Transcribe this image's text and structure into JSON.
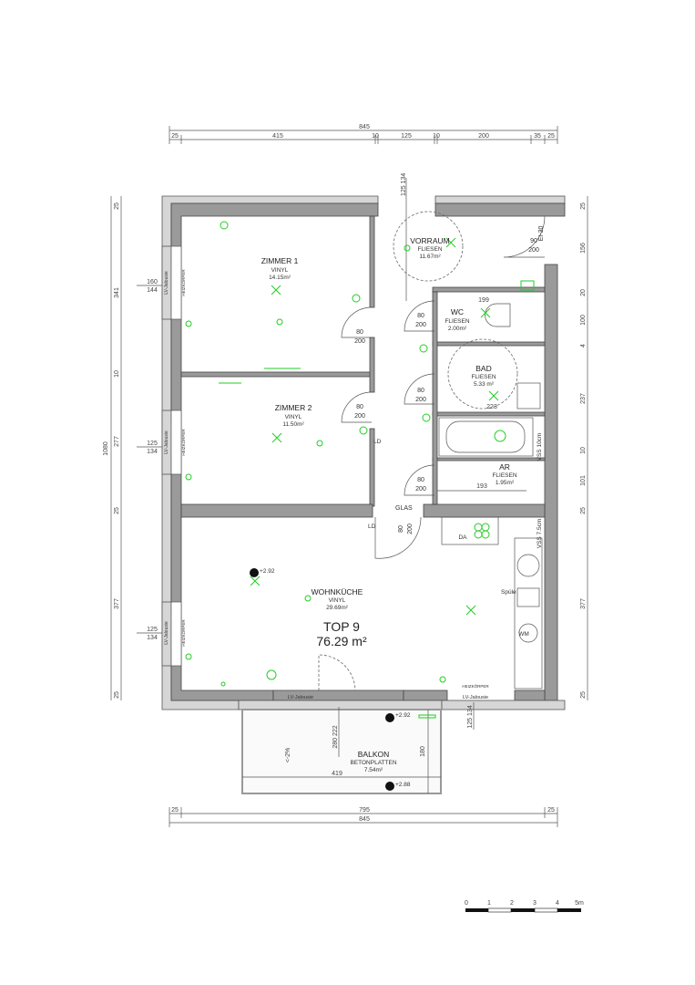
{
  "dimensions": {
    "top_total": "845",
    "top_segments": [
      "25",
      "415",
      "10",
      "125",
      "10",
      "200",
      "35",
      "25"
    ],
    "top_window": "125 134",
    "left_total": "1080",
    "left_segments": [
      "25",
      "341",
      "10",
      "277",
      "25",
      "377",
      "25"
    ],
    "left_windows": [
      {
        "w": "160",
        "h": "144"
      },
      {
        "w": "125",
        "h": "134"
      },
      {
        "w": "125",
        "h": "134"
      }
    ],
    "right_segments": [
      "25",
      "156",
      "20",
      "100",
      "4",
      "237",
      "10",
      "101",
      "25",
      "377",
      "25"
    ],
    "bottom_inner": "795",
    "bottom_total": "845",
    "balcony_width": "419",
    "balcony_depth": "180",
    "balcony_door": "280 222",
    "kitchen_window": "125 134",
    "bad_width": "223",
    "wc_width": "199",
    "ar_width": "193"
  },
  "rooms": [
    {
      "name": "ZIMMER 1",
      "floor": "VINYL",
      "area": "14.15m²"
    },
    {
      "name": "ZIMMER 2",
      "floor": "VINYL",
      "area": "11.50m²"
    },
    {
      "name": "VORRAUM",
      "floor": "FLIESEN",
      "area": "11.67m²"
    },
    {
      "name": "WC",
      "floor": "FLIESEN",
      "area": "2.00m²"
    },
    {
      "name": "BAD",
      "floor": "FLIESEN",
      "area": "5.33 m²"
    },
    {
      "name": "AR",
      "floor": "FLIESEN",
      "area": "1.95m²"
    },
    {
      "name": "WOHNKÜCHE",
      "floor": "VINYL",
      "area": "29.69m²"
    },
    {
      "name": "BALKON",
      "floor": "BETONPLATTEN",
      "area": "7.54m²"
    }
  ],
  "unit": {
    "name": "TOP 9",
    "area": "76.29 m²"
  },
  "doors": {
    "standard": {
      "w": "80",
      "h": "200"
    },
    "entry": {
      "w": "90",
      "h": "200",
      "label": "EI-30"
    },
    "glass_label": "GLAS"
  },
  "labels": {
    "jalousie": "LV-Jalousie",
    "heater": "HEIZKÖRPER",
    "ld": "LD",
    "da": "DA",
    "wm": "WM",
    "spuele": "Spüle",
    "vss_bad": "VSS 10cm",
    "vss_kitchen": "VSS 7.5cm",
    "slope": "<-2%",
    "level_1": "+2.92",
    "level_2": "+2.92",
    "level_3": "+2.88"
  },
  "scale_bar": {
    "ticks": [
      "0",
      "1",
      "2",
      "3",
      "4",
      "5m"
    ]
  },
  "colors": {
    "wall": "#9a9a9a",
    "outer_wall": "#d6d6d6",
    "electrical": "#22cc22"
  }
}
